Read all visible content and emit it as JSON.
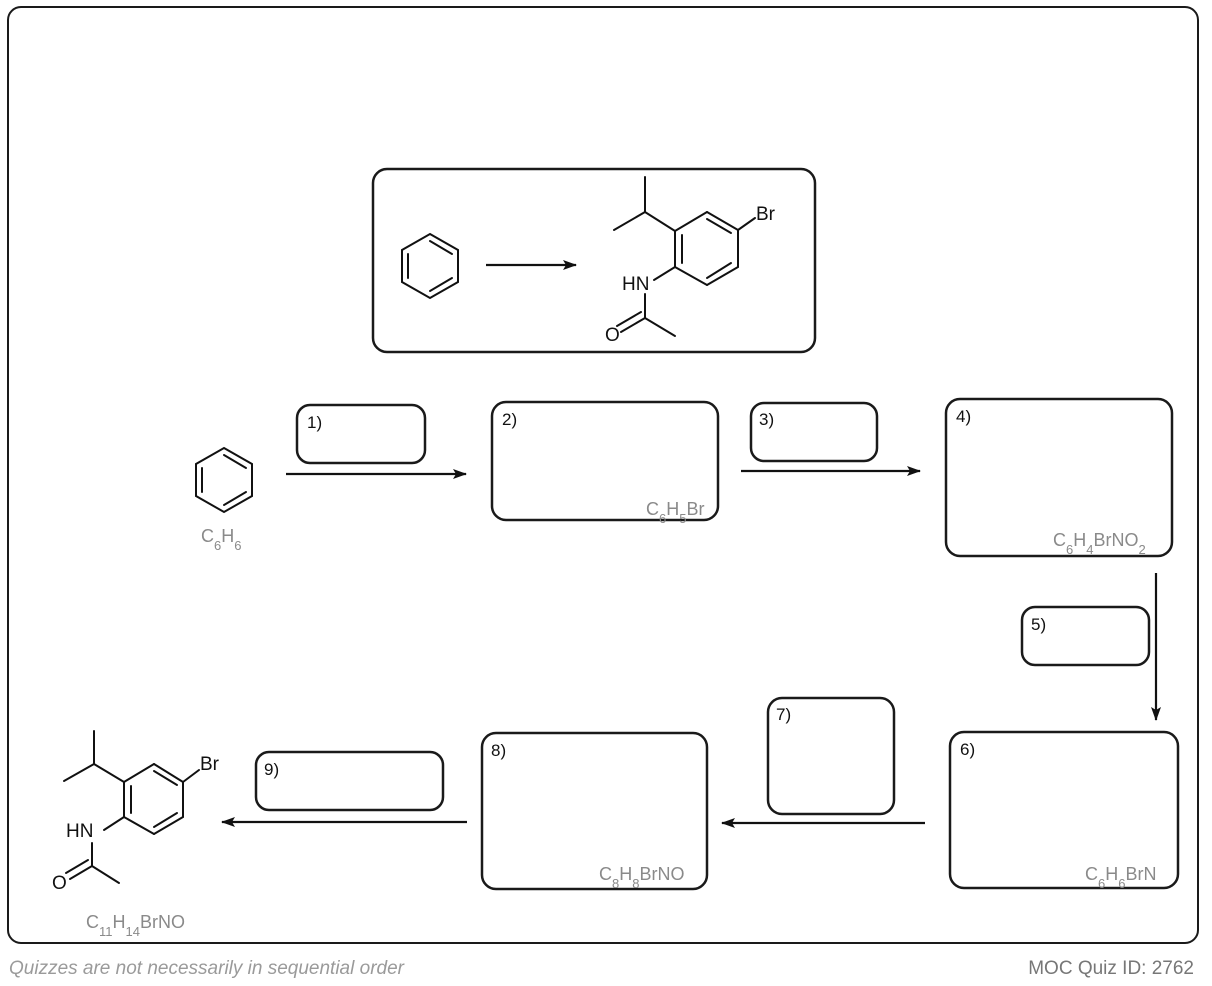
{
  "overview": {
    "atoms": {
      "br": "Br",
      "hn": "HN",
      "o": "O"
    }
  },
  "start": {
    "formula_base": "C",
    "formula_parts": [
      "6",
      "H",
      "6"
    ]
  },
  "steps": [
    {
      "label": "1)"
    },
    {
      "label": "2)"
    },
    {
      "label": "3)"
    },
    {
      "label": "4)"
    },
    {
      "label": "5)"
    },
    {
      "label": "6)"
    },
    {
      "label": "7)"
    },
    {
      "label": "8)"
    },
    {
      "label": "9)"
    }
  ],
  "formulas": {
    "box2": "C6H5Br",
    "box4": "C6H4BrNO2",
    "box6": "C6H6BrN",
    "box8": "C8H8BrNO",
    "product": "C11H14BrNO",
    "start": "C6H6"
  },
  "product": {
    "atoms": {
      "br": "Br",
      "hn": "HN",
      "o": "O"
    }
  },
  "footer": {
    "note": "Quizzes are not necessarily in sequential order",
    "quiz_id": "MOC Quiz ID: 2762"
  }
}
